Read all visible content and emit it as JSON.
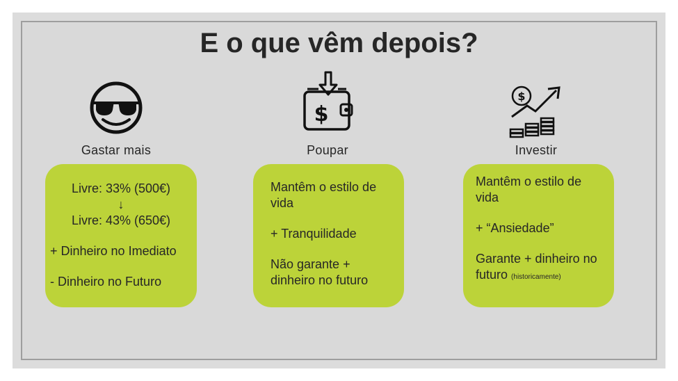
{
  "title": "E o que vêm depois?",
  "columns": [
    {
      "icon": "sunglasses-smiley-icon",
      "label": "Gastar mais",
      "lines": [
        "Livre: 33% (500€)",
        "↓",
        "Livre: 43% (650€)",
        "+ Dinheiro no Imediato",
        "- Dinheiro no Futuro"
      ]
    },
    {
      "icon": "wallet-deposit-icon",
      "label": "Poupar",
      "lines": [
        "Mantêm o estilo de vida",
        "+ Tranquilidade",
        "Não garante + dinheiro no futuro"
      ]
    },
    {
      "icon": "investment-growth-icon",
      "label": "Investir",
      "lines": [
        "Mantêm o estilo de vida",
        "+ “Ansiedade”",
        "Garante + dinheiro no futuro",
        "(historicamente)"
      ]
    }
  ],
  "colors": {
    "card": "#bcd339",
    "background": "#d9d9d9",
    "text": "#262626"
  }
}
